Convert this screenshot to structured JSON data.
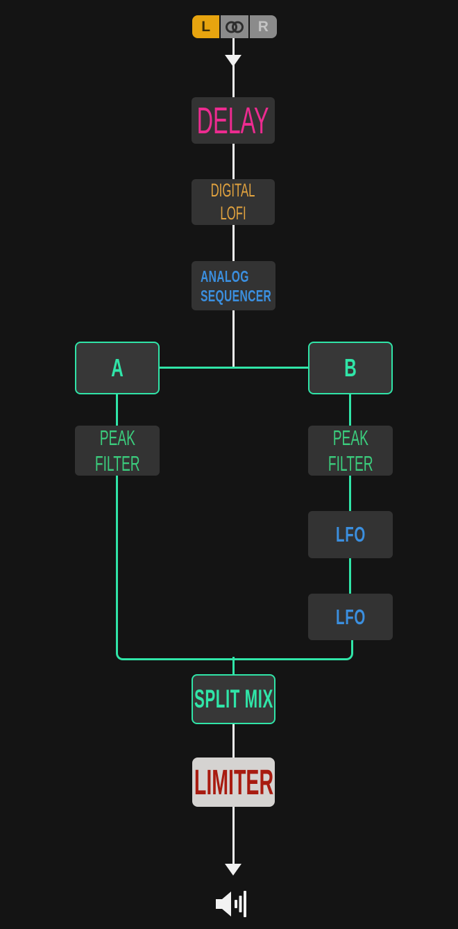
{
  "colors": {
    "background": "#141414",
    "module_fill": "#333333",
    "mint": "#30e5a8",
    "green": "#3bcd7d",
    "pink": "#ed2b90",
    "amber": "#e2a33f",
    "blue": "#3b8fdf",
    "white_line": "#f2f2f2",
    "limiter_fill": "#d5d3d1",
    "limiter_text": "#a81b10",
    "segment_amber": "#e7a40f",
    "segment_gray": "#8b8b8b"
  },
  "channel_selector": {
    "left_label": "L",
    "right_label": "R",
    "selected": "L",
    "stereo_icon": "stereo-overlap-circles"
  },
  "modules": {
    "delay": {
      "label": "DELAY"
    },
    "digital_lofi": {
      "line1": "DIGITAL",
      "line2": "LOFI"
    },
    "analog_sequencer": {
      "line1": "ANALOG",
      "line2": "SEQUENCER"
    },
    "band_a": {
      "label": "A"
    },
    "band_b": {
      "label": "B"
    },
    "peak_filter_a": {
      "line1": "PEAK",
      "line2": "FILTER"
    },
    "peak_filter_b": {
      "line1": "PEAK",
      "line2": "FILTER"
    },
    "lfo_1": {
      "label": "LFO"
    },
    "lfo_2": {
      "label": "LFO"
    },
    "split_mix": {
      "label": "SPLIT MIX"
    },
    "limiter": {
      "label": "LIMITER"
    }
  },
  "output": {
    "speaker_icon": "speaker-volume"
  }
}
